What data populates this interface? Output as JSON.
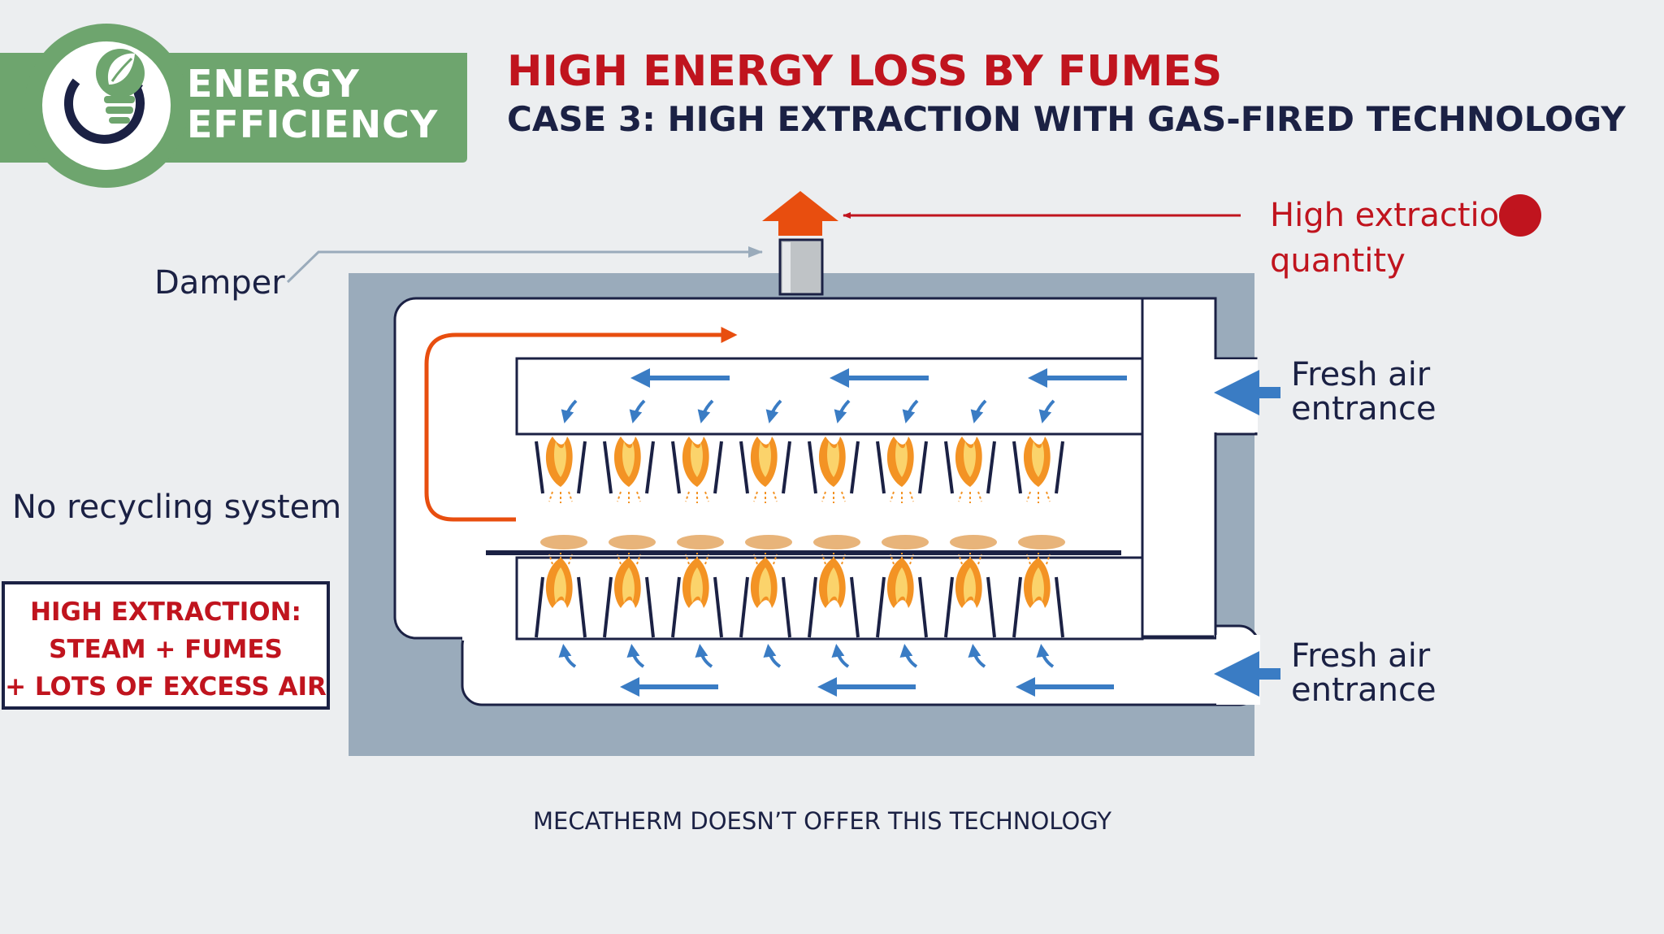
{
  "badge": {
    "line1": "ENERGY",
    "line2": "EFFICIENCY",
    "icon": "lightbulb-leaf-icon",
    "color": "#6ea56e"
  },
  "title": "HIGH ENERGY LOSS BY FUMES",
  "subtitle": "CASE 3: HIGH EXTRACTION WITH GAS-FIRED TECHNOLOGY",
  "labels": {
    "damper": "Damper",
    "extraction_line1": "High extraction",
    "extraction_line2": "quantity",
    "fresh_air_top_line1": "Fresh air",
    "fresh_air_top_line2": "entrance",
    "fresh_air_bottom_line1": "Fresh air",
    "fresh_air_bottom_line2": "entrance",
    "no_recycling": "No recycling system"
  },
  "info_box": {
    "line1": "HIGH EXTRACTION:",
    "line2": "STEAM + FUMES",
    "line3": "+ LOTS OF EXCESS AIR"
  },
  "footer": "MECATHERM DOESN’T OFFER THIS TECHNOLOGY",
  "colors": {
    "red": "#c0141e",
    "navy": "#1b2144",
    "hot_air": "#e84e0f",
    "fresh_air": "#3a7cc4",
    "insulation": "#9aabbb",
    "dough": "#e8b47a",
    "flame": "#f39324"
  }
}
